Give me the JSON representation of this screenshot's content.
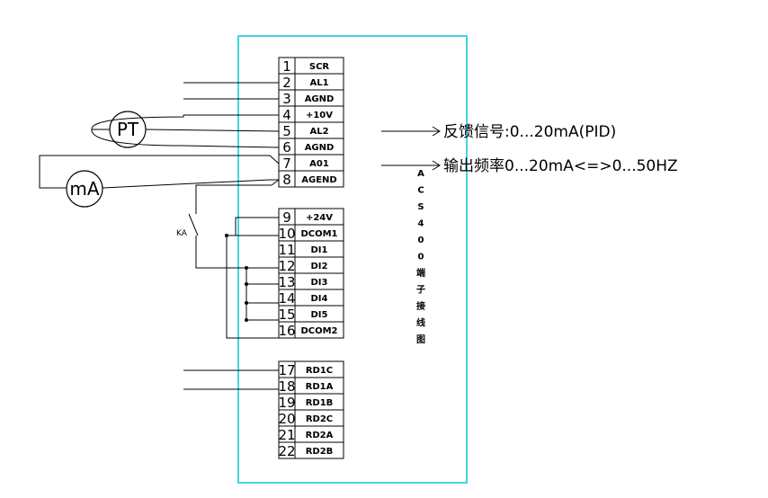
{
  "terminals_a": [
    {
      "num": "1",
      "label": "SCR"
    },
    {
      "num": "2",
      "label": "AL1"
    },
    {
      "num": "3",
      "label": "AGND"
    },
    {
      "num": "4",
      "label": "+10V"
    },
    {
      "num": "5",
      "label": "AL2"
    },
    {
      "num": "6",
      "label": "AGND"
    },
    {
      "num": "7",
      "label": "A01"
    },
    {
      "num": "8",
      "label": "AGEND"
    }
  ],
  "terminals_b": [
    {
      "num": "9",
      "label": "+24V"
    },
    {
      "num": "10",
      "label": "DCOM1"
    },
    {
      "num": "11",
      "label": "DI1"
    },
    {
      "num": "12",
      "label": "DI2"
    },
    {
      "num": "13",
      "label": "DI3"
    },
    {
      "num": "14",
      "label": "DI4"
    },
    {
      "num": "15",
      "label": "DI5"
    },
    {
      "num": "16",
      "label": "DCOM2"
    }
  ],
  "terminals_c": [
    {
      "num": "17",
      "label": "RD1C"
    },
    {
      "num": "18",
      "label": "RD1A"
    },
    {
      "num": "19",
      "label": "RD1B"
    },
    {
      "num": "20",
      "label": "RD2C"
    },
    {
      "num": "21",
      "label": "RD2A"
    },
    {
      "num": "22",
      "label": "RD2B"
    }
  ],
  "pt_label": "PT",
  "ma_label": "mA",
  "ka_label": "KA",
  "feedback_text": "反馈信号:0...20mA(PID)",
  "output_text": "输出频率0...20mA<=>0...50HZ",
  "vertical_title": [
    "A",
    "C",
    "S",
    "4",
    "0",
    "0",
    "端",
    "子",
    "接",
    "线",
    "图"
  ],
  "colors": {
    "frame": "#44d4e4",
    "line": "#000000"
  }
}
